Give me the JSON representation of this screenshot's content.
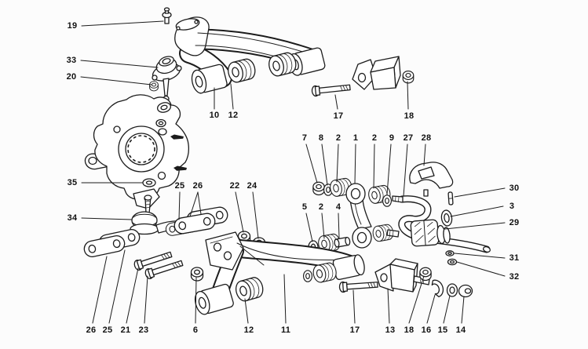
{
  "colors": {
    "background": "#fcfcfc",
    "line": "#1c1c1c",
    "label": "#111111"
  },
  "diagram": {
    "callouts": [
      {
        "label": "19"
      },
      {
        "label": "33"
      },
      {
        "label": "20"
      },
      {
        "label": "35"
      },
      {
        "label": "34"
      },
      {
        "label": "10"
      },
      {
        "label": "12"
      },
      {
        "label": "17"
      },
      {
        "label": "18"
      },
      {
        "label": "7"
      },
      {
        "label": "8"
      },
      {
        "label": "2"
      },
      {
        "label": "1"
      },
      {
        "label": "2"
      },
      {
        "label": "9"
      },
      {
        "label": "27"
      },
      {
        "label": "28"
      },
      {
        "label": "5"
      },
      {
        "label": "2"
      },
      {
        "label": "4"
      },
      {
        "label": "30"
      },
      {
        "label": "3"
      },
      {
        "label": "29"
      },
      {
        "label": "31"
      },
      {
        "label": "32"
      },
      {
        "label": "25"
      },
      {
        "label": "26"
      },
      {
        "label": "22"
      },
      {
        "label": "24"
      },
      {
        "label": "26"
      },
      {
        "label": "25"
      },
      {
        "label": "21"
      },
      {
        "label": "23"
      },
      {
        "label": "6"
      },
      {
        "label": "12"
      },
      {
        "label": "11"
      },
      {
        "label": "17"
      },
      {
        "label": "13"
      },
      {
        "label": "18"
      },
      {
        "label": "16"
      },
      {
        "label": "15"
      },
      {
        "label": "14"
      }
    ]
  }
}
